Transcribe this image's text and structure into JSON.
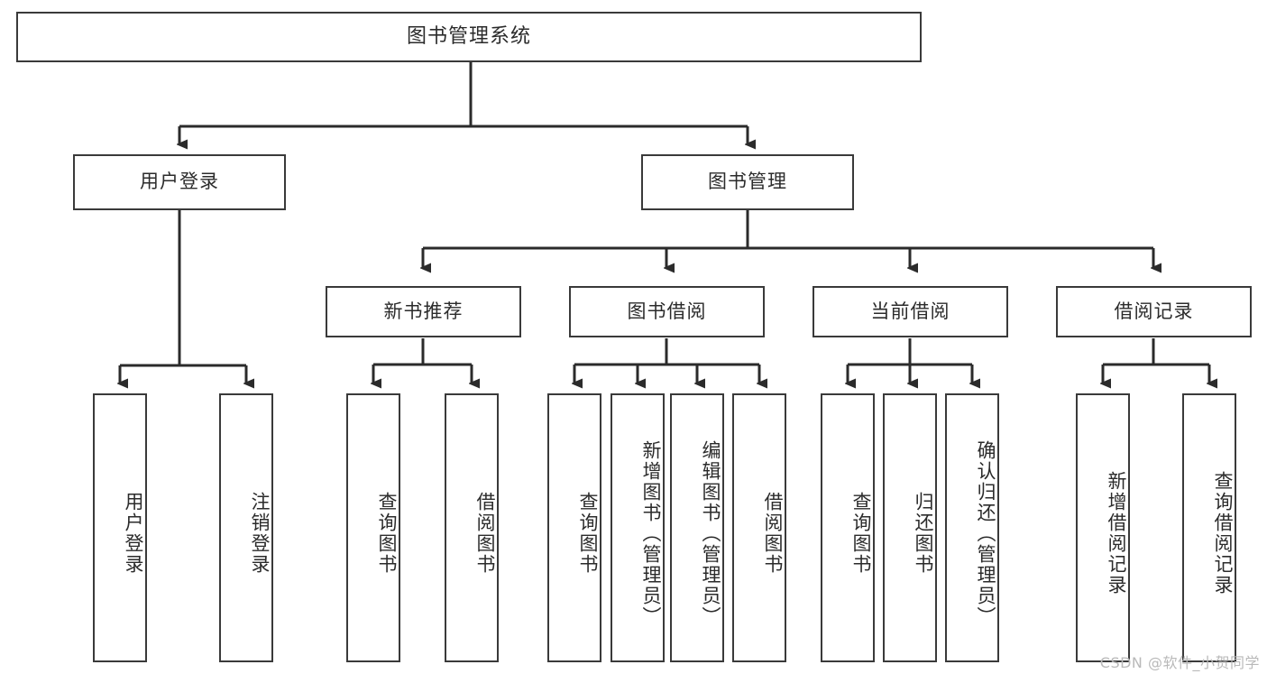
{
  "diagram": {
    "title": "图书管理系统",
    "type": "tree-hierarchy-chart",
    "root": {
      "label": "图书管理系统"
    },
    "level2": [
      {
        "label": "用户登录"
      },
      {
        "label": "图书管理"
      }
    ],
    "level3": [
      {
        "label": "新书推荐"
      },
      {
        "label": "图书借阅"
      },
      {
        "label": "当前借阅"
      },
      {
        "label": "借阅记录"
      }
    ],
    "leaves": {
      "user_login": [
        {
          "label": "用户登录"
        },
        {
          "label": "注销登录"
        }
      ],
      "new_book_recommend": [
        {
          "label": "查询图书"
        },
        {
          "label": "借阅图书"
        }
      ],
      "book_borrow": [
        {
          "label": "查询图书"
        },
        {
          "label": "新增图书（管理员）"
        },
        {
          "label": "编辑图书（管理员）"
        },
        {
          "label": "借阅图书"
        }
      ],
      "current_borrow": [
        {
          "label": "查询图书"
        },
        {
          "label": "归还图书"
        },
        {
          "label": "确认归还（管理员）"
        }
      ],
      "borrow_records": [
        {
          "label": "新增借阅记录"
        },
        {
          "label": "查询借阅记录"
        }
      ]
    }
  },
  "watermark": {
    "text": "CSDN @软件_小贺同学"
  },
  "colors": {
    "box_border": "#3a3a3a",
    "connector": "#2b2b2b",
    "text": "#2b2b2b",
    "background": "#ffffff",
    "watermark": "#b9b9b9"
  }
}
